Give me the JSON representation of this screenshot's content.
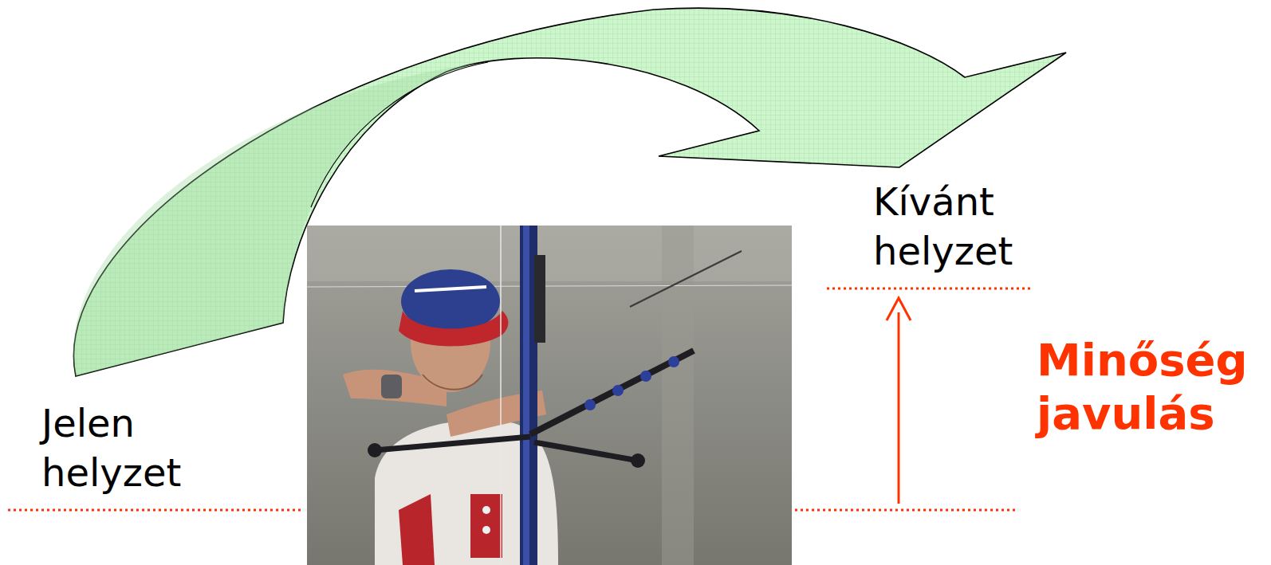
{
  "diagram": {
    "labels": [
      "Jelen helyzet",
      "Kívánt helyzet",
      "Minőség javulás"
    ]
  }
}
